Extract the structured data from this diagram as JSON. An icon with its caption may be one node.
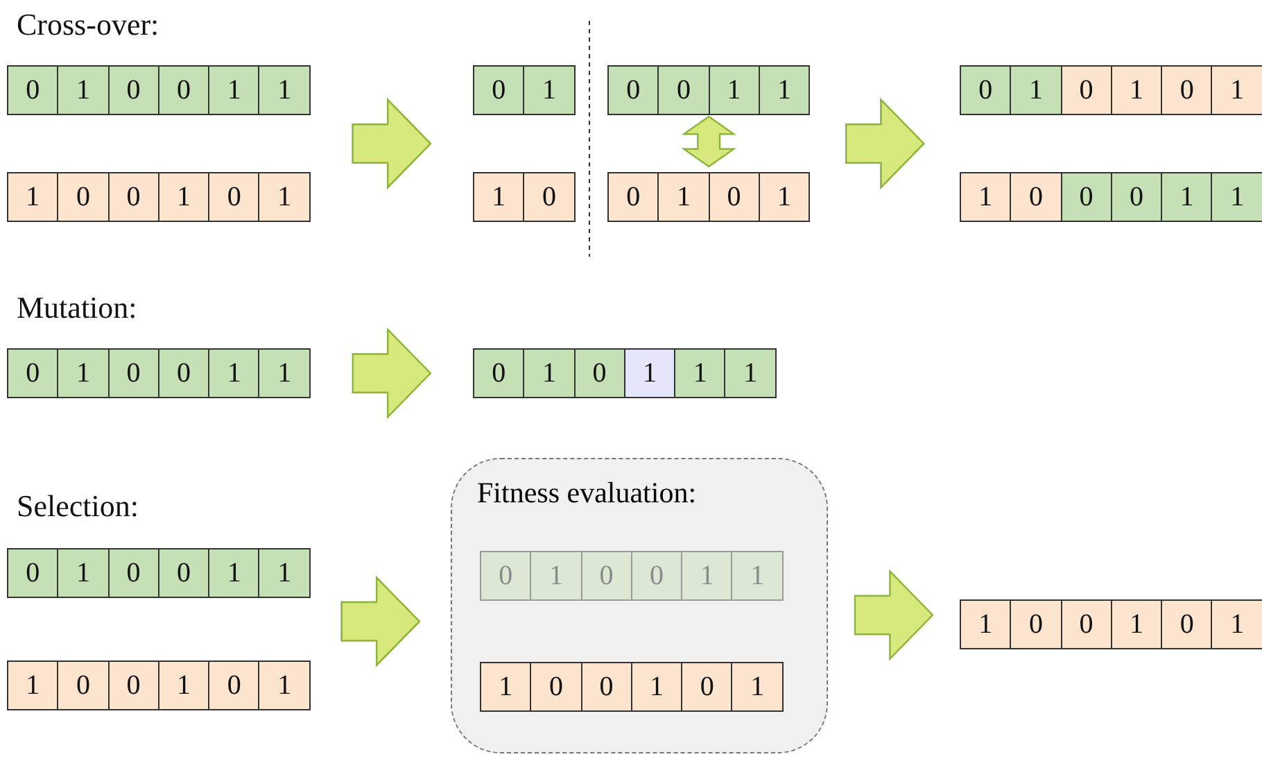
{
  "diagram": {
    "nodes": [
      {
        "text": [
          "0",
          "1",
          "0",
          "0",
          "1",
          "1"
        ]
      },
      {
        "text": [
          "1",
          "0",
          "0",
          "1",
          "0",
          "1"
        ]
      },
      {
        "text": [
          "0",
          "1"
        ]
      },
      {
        "text": [
          "0",
          "0",
          "1",
          "1"
        ]
      },
      {
        "text": [
          "1",
          "0"
        ]
      },
      {
        "text": [
          "0",
          "1",
          "0",
          "1"
        ]
      },
      {
        "text": [
          "0",
          "1",
          "0",
          "1",
          "0",
          "1"
        ]
      },
      {
        "text": [
          "1",
          "0",
          "0",
          "0",
          "1",
          "1"
        ]
      },
      {
        "text": [
          "0",
          "1",
          "0",
          "0",
          "1",
          "1"
        ]
      },
      {
        "text": [
          "0",
          "1",
          "0",
          "1",
          "1",
          "1"
        ]
      },
      {
        "text": [
          "0",
          "1",
          "0",
          "0",
          "1",
          "1"
        ]
      },
      {
        "text": [
          "1",
          "0",
          "0",
          "1",
          "0",
          "1"
        ]
      },
      {
        "text": [
          "Fitness evaluation:"
        ]
      },
      {
        "text": [
          "0",
          "1",
          "0",
          "0",
          "1",
          "1"
        ],
        "in": 12
      },
      {
        "text": [
          "1",
          "0",
          "0",
          "1",
          "0",
          "1"
        ],
        "in": 12
      },
      {
        "text": [
          "1",
          "0",
          "0",
          "1",
          "0",
          "1"
        ]
      }
    ],
    "edges": [
      {
        "from": 0,
        "to": 2,
        "arrow": "to"
      },
      {
        "from": 1,
        "to": 4,
        "arrow": "to"
      },
      {
        "from": 3,
        "to": 5,
        "arrow": "both"
      },
      {
        "from": 3,
        "to": 6,
        "arrow": "to"
      },
      {
        "from": 5,
        "to": 7,
        "arrow": "to"
      },
      {
        "from": 8,
        "to": 9,
        "arrow": "to"
      },
      {
        "from": 10,
        "to": 12,
        "arrow": "to"
      },
      {
        "from": 11,
        "to": 12,
        "arrow": "to"
      },
      {
        "from": 12,
        "to": 15,
        "arrow": "to"
      }
    ],
    "labels": [
      "Cross-over:",
      "Mutation:",
      "Selection:"
    ]
  }
}
